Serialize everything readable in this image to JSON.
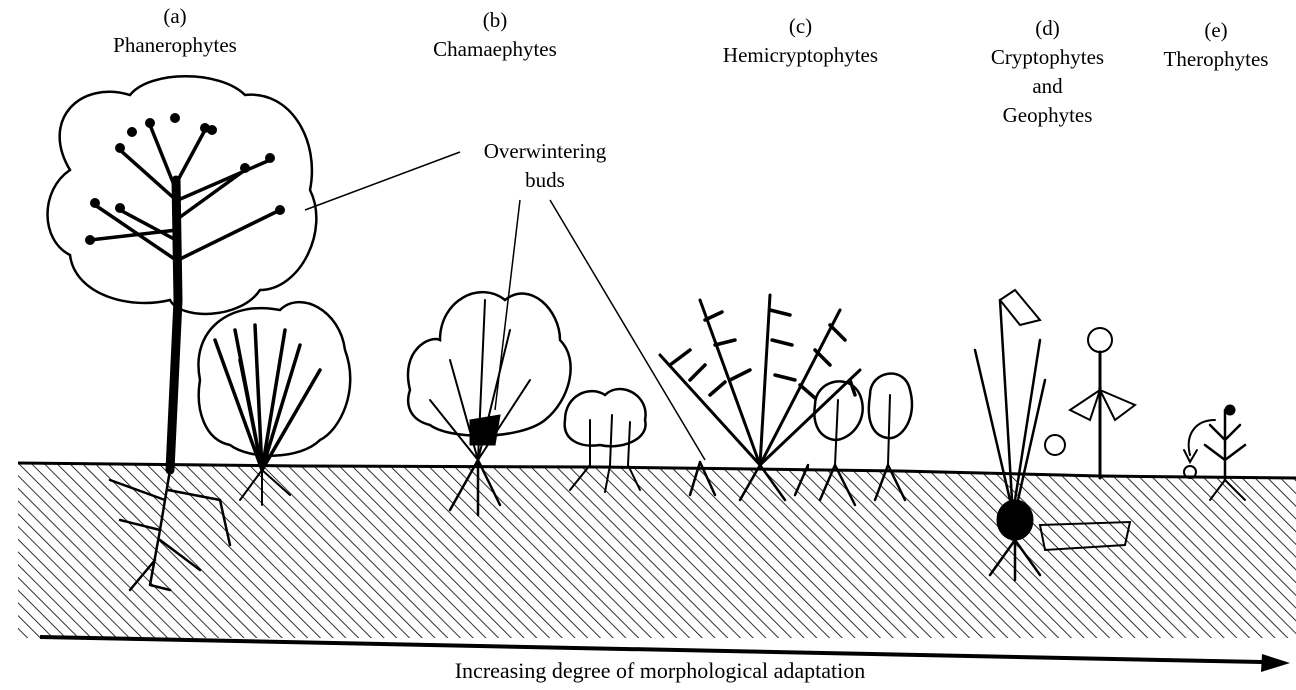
{
  "categories": [
    {
      "letter": "(a)",
      "name": "Phanerophytes"
    },
    {
      "letter": "(b)",
      "name": "Chamaephytes"
    },
    {
      "letter": "(c)",
      "name": "Hemicryptophytes"
    },
    {
      "letter": "(d)",
      "name_lines": [
        "Cryptophytes",
        "and",
        "Geophytes"
      ]
    },
    {
      "letter": "(e)",
      "name": "Therophytes"
    }
  ],
  "callout": {
    "lines": [
      "Overwintering",
      "buds"
    ]
  },
  "axis": {
    "caption": "Increasing degree of morphological adaptation",
    "direction": "left-to-right"
  },
  "colors": {
    "ink": "#000000",
    "background": "#ffffff"
  }
}
